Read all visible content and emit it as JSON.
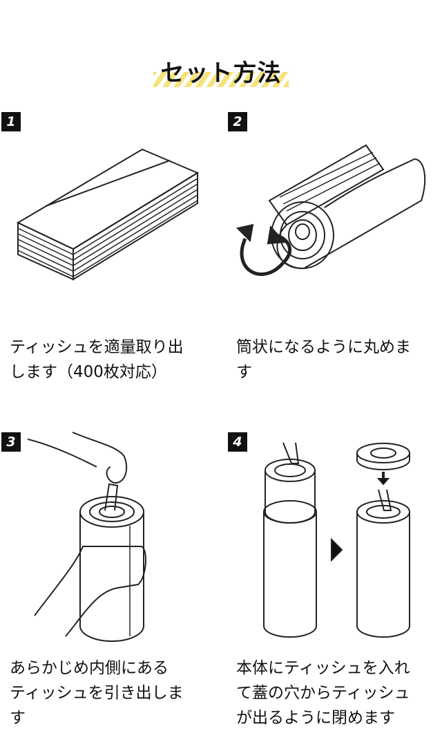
{
  "title": "セット方法",
  "steps": [
    {
      "number": "1",
      "lines": [
        "ティッシュを適量取り出",
        "します（400枚対応）"
      ]
    },
    {
      "number": "2",
      "lines": [
        "筒状になるように丸めま",
        "す"
      ]
    },
    {
      "number": "3",
      "lines": [
        "あらかじめ内側にある",
        "ティッシュを引き出しま",
        "す"
      ]
    },
    {
      "number": "4",
      "lines": [
        "本体にティッシュを入れ",
        "て蓋の穴からティッシュ",
        "が出るように閉めます"
      ]
    }
  ],
  "colors": {
    "accent_stripe": "#f6e27a",
    "badge": "#111111"
  }
}
